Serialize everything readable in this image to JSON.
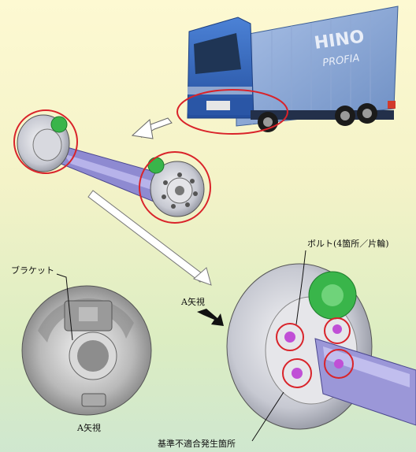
{
  "truck": {
    "brand_text": "HINO",
    "model_text": "PROFIA"
  },
  "labels": {
    "bracket": "ブラケット",
    "bolt": "ボルト(4箇所／片輪)",
    "view_a_arrow": "A矢視",
    "view_a_photo": "A矢視",
    "defect_location": "基準不適合発生箇所"
  },
  "colors": {
    "highlight_ring": "#d9232a",
    "hub_green": "#39b54a",
    "axle_purple": "#7f7bc8",
    "truck_blue": "#2f63b5"
  },
  "icons": [
    "arrow-icon",
    "leader-line-icon"
  ]
}
